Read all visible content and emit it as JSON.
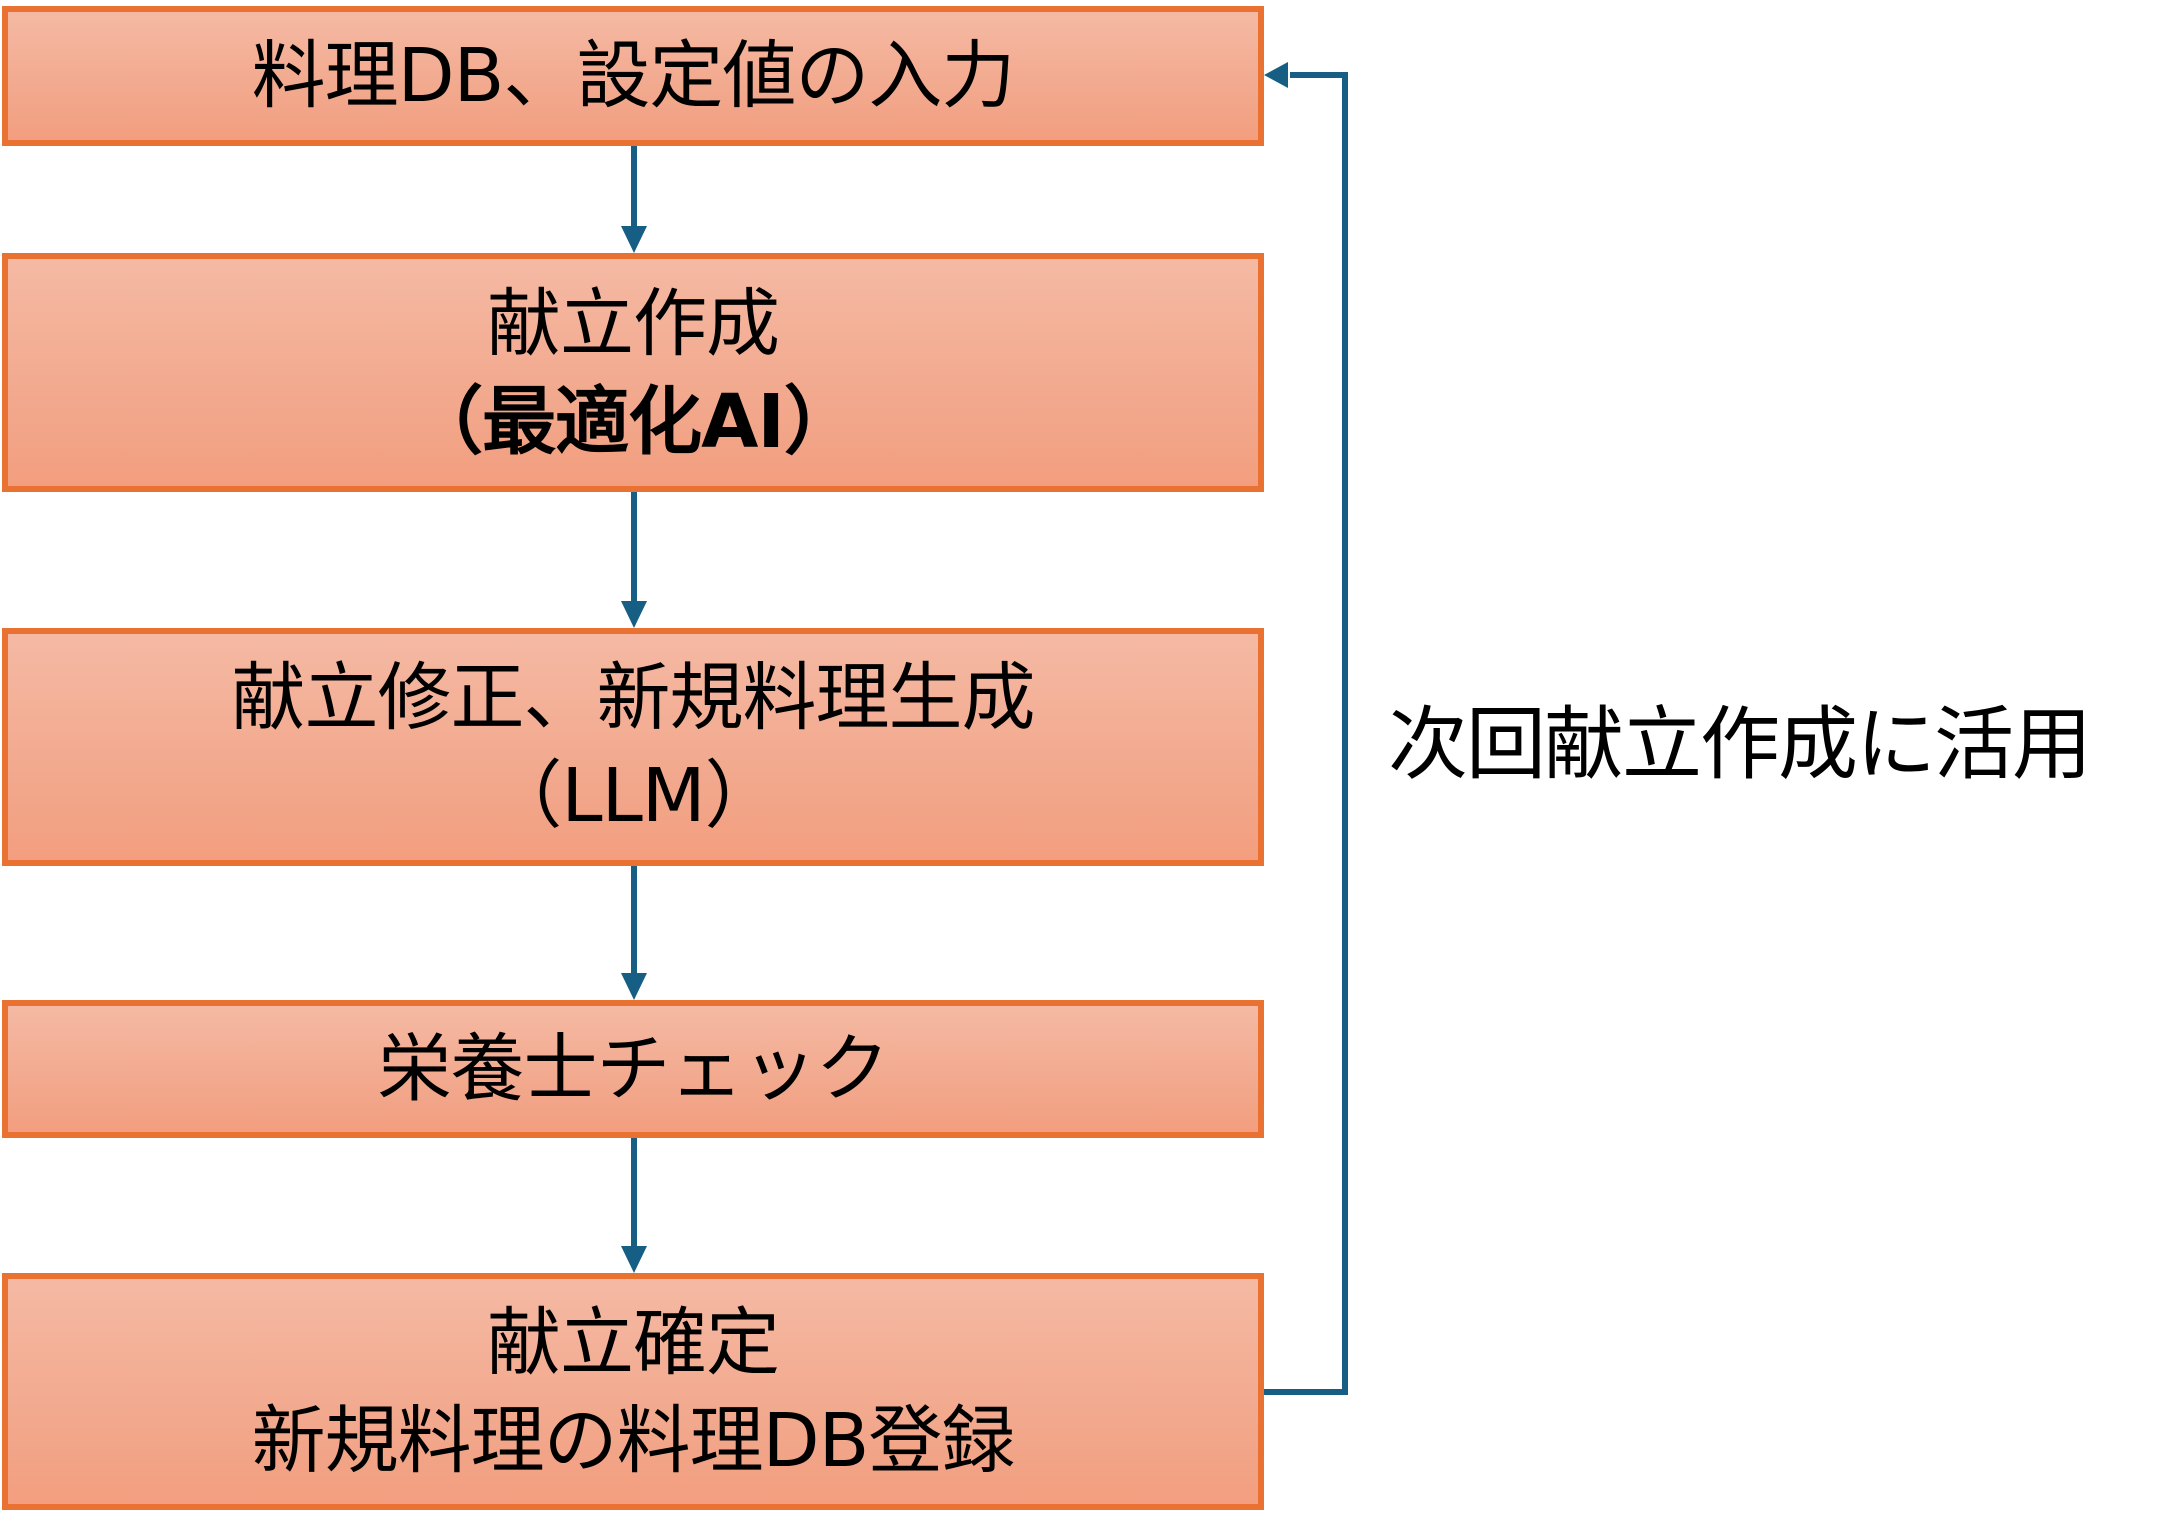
{
  "diagram": {
    "type": "flowchart",
    "colors": {
      "box_border": "#E97132",
      "box_fill_top": "#F5B9A3",
      "box_fill_bottom": "#F39E7F",
      "arrow": "#165E83",
      "text": "#000000"
    },
    "steps": [
      {
        "id": "input",
        "lines": [
          "料理DB、設定値の入力"
        ]
      },
      {
        "id": "menu-creation",
        "lines": [
          "献立作成",
          "（最適化AI）"
        ]
      },
      {
        "id": "menu-revision",
        "lines": [
          "献立修正、新規料理生成",
          "（LLM）"
        ]
      },
      {
        "id": "dietitian-check",
        "lines": [
          "栄養士チェック"
        ]
      },
      {
        "id": "menu-finalize",
        "lines": [
          "献立確定",
          "新規料理の料理DB登録"
        ]
      }
    ],
    "edges": [
      {
        "from": "input",
        "to": "menu-creation"
      },
      {
        "from": "menu-creation",
        "to": "menu-revision"
      },
      {
        "from": "menu-revision",
        "to": "dietitian-check"
      },
      {
        "from": "dietitian-check",
        "to": "menu-finalize"
      },
      {
        "from": "menu-finalize",
        "to": "input",
        "label": "次回献立作成に活用"
      }
    ],
    "feedback_label": "次回献立作成に活用"
  }
}
